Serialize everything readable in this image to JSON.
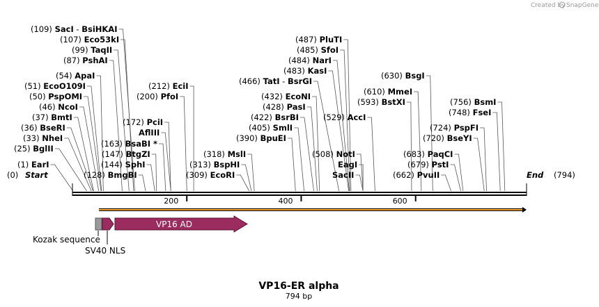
{
  "map": {
    "name": "VP16-ER alpha",
    "length_text": "794 bp",
    "length": 794,
    "start_label": "Start",
    "start_pos": "(0)",
    "end_label": "End",
    "end_pos": "(794)",
    "credit": "Created by",
    "brand": "SnapGene"
  },
  "ticks": [
    {
      "value": 200,
      "label": "200"
    },
    {
      "value": 400,
      "label": "400"
    },
    {
      "value": 600,
      "label": "600"
    }
  ],
  "sites": [
    {
      "pos": "(109)",
      "name": "SacI",
      "name2": "BsiHKAI",
      "bp": 109
    },
    {
      "pos": "(107)",
      "name": "Eco53kI",
      "bp": 107
    },
    {
      "pos": "(99)",
      "name": "TaqII",
      "bp": 99
    },
    {
      "pos": "(87)",
      "name": "PshAI",
      "bp": 87
    },
    {
      "pos": "(54)",
      "name": "ApaI",
      "bp": 54
    },
    {
      "pos": "(51)",
      "name": "EcoO109I",
      "bp": 51
    },
    {
      "pos": "(50)",
      "name": "PspOMI",
      "bp": 50
    },
    {
      "pos": "(46)",
      "name": "NcoI",
      "bp": 46
    },
    {
      "pos": "(37)",
      "name": "BmtI",
      "bp": 37
    },
    {
      "pos": "(36)",
      "name": "BseRI",
      "bp": 36
    },
    {
      "pos": "(33)",
      "name": "NheI",
      "bp": 33
    },
    {
      "pos": "(25)",
      "name": "BglII",
      "bp": 25
    },
    {
      "pos": "(1)",
      "name": "EarI",
      "bp": 1
    },
    {
      "pos": "(128)",
      "name": "BmgBI",
      "bp": 128
    },
    {
      "pos": "(144)",
      "name": "SphI",
      "bp": 144
    },
    {
      "pos": "(147)",
      "name": "BtgZI",
      "bp": 147
    },
    {
      "pos": "(163)",
      "name": "BsaBI *",
      "bp": 163
    },
    {
      "pos": "",
      "name": "AflIII",
      "bp": 172
    },
    {
      "pos": "(172)",
      "name": "PciI",
      "bp": 172
    },
    {
      "pos": "(200)",
      "name": "PfoI",
      "bp": 200
    },
    {
      "pos": "(212)",
      "name": "EciI",
      "bp": 212
    },
    {
      "pos": "(309)",
      "name": "EcoRI",
      "bp": 309
    },
    {
      "pos": "(313)",
      "name": "BspHI",
      "bp": 313
    },
    {
      "pos": "(318)",
      "name": "MslI",
      "bp": 318
    },
    {
      "pos": "(390)",
      "name": "BpuEI",
      "bp": 390
    },
    {
      "pos": "(405)",
      "name": "SmlI",
      "bp": 405
    },
    {
      "pos": "(422)",
      "name": "BsrBI",
      "bp": 422
    },
    {
      "pos": "(428)",
      "name": "PasI",
      "bp": 428
    },
    {
      "pos": "(432)",
      "name": "EcoNI",
      "bp": 432
    },
    {
      "pos": "(466)",
      "name": "TatI",
      "name2": "BsrGI",
      "bp": 466
    },
    {
      "pos": "(483)",
      "name": "KasI",
      "bp": 483
    },
    {
      "pos": "(484)",
      "name": "NarI",
      "bp": 484
    },
    {
      "pos": "(485)",
      "name": "SfoI",
      "bp": 485
    },
    {
      "pos": "(487)",
      "name": "PluTI",
      "bp": 487
    },
    {
      "pos": "(508)",
      "name": "NotI",
      "bp": 508
    },
    {
      "pos": "",
      "name": "EagI",
      "bp": 508
    },
    {
      "pos": "",
      "name": "SacII",
      "bp": 508
    },
    {
      "pos": "(529)",
      "name": "AccI",
      "bp": 529
    },
    {
      "pos": "(593)",
      "name": "BstXI",
      "bp": 593
    },
    {
      "pos": "(610)",
      "name": "MmeI",
      "bp": 610
    },
    {
      "pos": "(630)",
      "name": "BsgI",
      "bp": 630
    },
    {
      "pos": "(662)",
      "name": "PvuII",
      "bp": 662
    },
    {
      "pos": "(679)",
      "name": "PstI",
      "bp": 679
    },
    {
      "pos": "(683)",
      "name": "PaqCI",
      "bp": 683
    },
    {
      "pos": "(720)",
      "name": "BseYI",
      "bp": 720
    },
    {
      "pos": "(724)",
      "name": "PspFI",
      "bp": 724
    },
    {
      "pos": "(748)",
      "name": "FseI",
      "bp": 748
    },
    {
      "pos": "(756)",
      "name": "BsmI",
      "bp": 756
    }
  ],
  "features": {
    "kozak": {
      "label": "Kozak sequence",
      "color": "#9a9a9a"
    },
    "nls": {
      "label": "SV40 NLS",
      "color": "#9b2c5f"
    },
    "vp16": {
      "label": "VP16 AD",
      "color": "#9b2c5f"
    },
    "orf_color": "#f0a030"
  }
}
